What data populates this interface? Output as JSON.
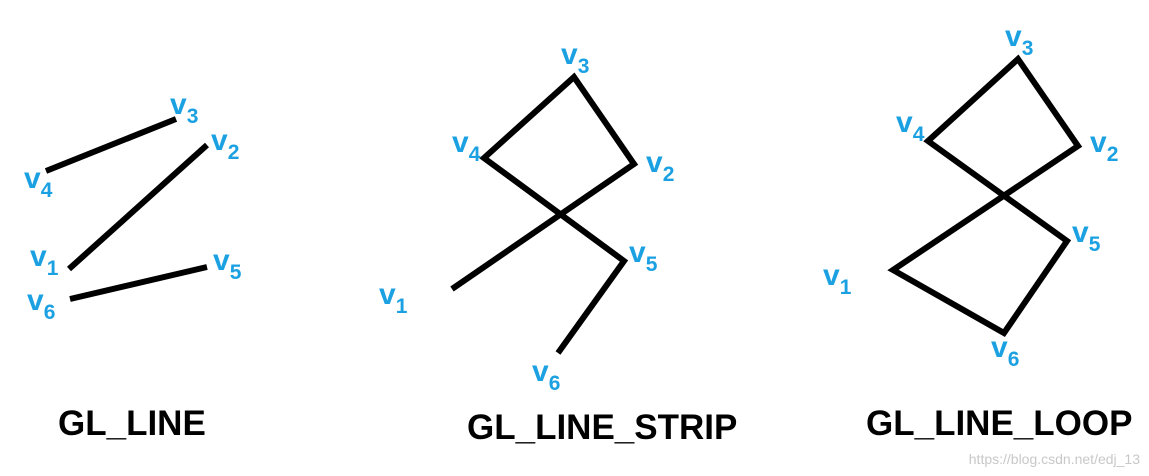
{
  "panels": [
    {
      "id": "gl-line",
      "title": "GL_LINE",
      "vertices": [
        {
          "id": "v1",
          "main": "v",
          "sub": "1"
        },
        {
          "id": "v2",
          "main": "v",
          "sub": "2"
        },
        {
          "id": "v3",
          "main": "v",
          "sub": "3"
        },
        {
          "id": "v4",
          "main": "v",
          "sub": "4"
        },
        {
          "id": "v5",
          "main": "v",
          "sub": "5"
        },
        {
          "id": "v6",
          "main": "v",
          "sub": "6"
        }
      ]
    },
    {
      "id": "gl-line-strip",
      "title": "GL_LINE_STRIP",
      "vertices": [
        {
          "id": "v1",
          "main": "v",
          "sub": "1"
        },
        {
          "id": "v2",
          "main": "v",
          "sub": "2"
        },
        {
          "id": "v3",
          "main": "v",
          "sub": "3"
        },
        {
          "id": "v4",
          "main": "v",
          "sub": "4"
        },
        {
          "id": "v5",
          "main": "v",
          "sub": "5"
        },
        {
          "id": "v6",
          "main": "v",
          "sub": "6"
        }
      ]
    },
    {
      "id": "gl-line-loop",
      "title": "GL_LINE_LOOP",
      "vertices": [
        {
          "id": "v1",
          "main": "v",
          "sub": "1"
        },
        {
          "id": "v2",
          "main": "v",
          "sub": "2"
        },
        {
          "id": "v3",
          "main": "v",
          "sub": "3"
        },
        {
          "id": "v4",
          "main": "v",
          "sub": "4"
        },
        {
          "id": "v5",
          "main": "v",
          "sub": "5"
        },
        {
          "id": "v6",
          "main": "v",
          "sub": "6"
        }
      ]
    }
  ],
  "watermark": "https://blog.csdn.net/edj_13",
  "colors": {
    "vertex_label": "#1ba1e2",
    "line": "#000000",
    "title": "#000000",
    "watermark": "#c8c8c8",
    "background": "#ffffff"
  }
}
